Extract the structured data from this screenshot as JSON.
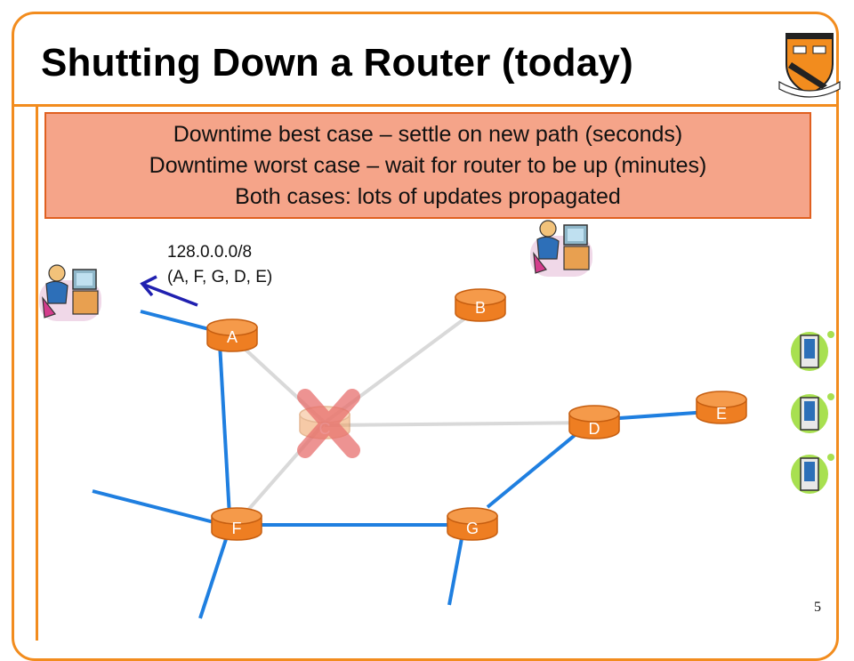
{
  "title": "Shutting Down a Router (today)",
  "callout": {
    "lines": [
      "Downtime best case – settle on new path (seconds)",
      "Downtime worst case – wait for router to be up (minutes)",
      "Both cases: lots of updates propagated"
    ]
  },
  "route_announcement": {
    "prefix": "128.0.0.0/8",
    "path": "(A, F, G, D, E)"
  },
  "routers": {
    "A": "A",
    "B": "B",
    "C": "C",
    "D": "D",
    "E": "E",
    "F": "F",
    "G": "G"
  },
  "colors": {
    "accent": "#f28c1e",
    "router_fill": "#ee7e22",
    "active_link": "#1f7fe0",
    "inactive_link": "#d9d9d9",
    "callout_fill": "#f5a489",
    "failure_mark": "#e8706e"
  },
  "page_number": "5"
}
